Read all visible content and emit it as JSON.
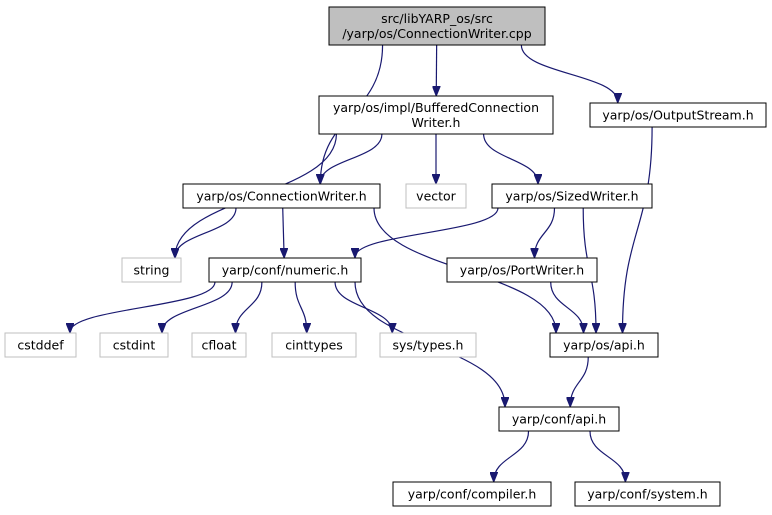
{
  "colors": {
    "edge": "#191970",
    "node_border": "#000000",
    "node_missing_border": "#bfbfbf",
    "root_fill": "#bfbfbf",
    "node_fill": "#ffffff"
  },
  "nodes": [
    {
      "id": "root",
      "lines": [
        "src/libYARP_os/src",
        "/yarp/os/ConnectionWriter.cpp"
      ],
      "kind": "root"
    },
    {
      "id": "buffered",
      "lines": [
        "yarp/os/impl/BufferedConnection",
        "Writer.h"
      ],
      "kind": "normal"
    },
    {
      "id": "outputstream",
      "lines": [
        "yarp/os/OutputStream.h"
      ],
      "kind": "normal"
    },
    {
      "id": "connwriter",
      "lines": [
        "yarp/os/ConnectionWriter.h"
      ],
      "kind": "normal"
    },
    {
      "id": "vector",
      "lines": [
        "vector"
      ],
      "kind": "missing"
    },
    {
      "id": "sizedwriter",
      "lines": [
        "yarp/os/SizedWriter.h"
      ],
      "kind": "normal"
    },
    {
      "id": "string",
      "lines": [
        "string"
      ],
      "kind": "missing"
    },
    {
      "id": "numeric",
      "lines": [
        "yarp/conf/numeric.h"
      ],
      "kind": "normal"
    },
    {
      "id": "portwriter",
      "lines": [
        "yarp/os/PortWriter.h"
      ],
      "kind": "normal"
    },
    {
      "id": "cstddef",
      "lines": [
        "cstddef"
      ],
      "kind": "missing"
    },
    {
      "id": "cstdint",
      "lines": [
        "cstdint"
      ],
      "kind": "missing"
    },
    {
      "id": "cfloat",
      "lines": [
        "cfloat"
      ],
      "kind": "missing"
    },
    {
      "id": "cinttypes",
      "lines": [
        "cinttypes"
      ],
      "kind": "missing"
    },
    {
      "id": "systypes",
      "lines": [
        "sys/types.h"
      ],
      "kind": "missing"
    },
    {
      "id": "osapi",
      "lines": [
        "yarp/os/api.h"
      ],
      "kind": "normal"
    },
    {
      "id": "confapi",
      "lines": [
        "yarp/conf/api.h"
      ],
      "kind": "normal"
    },
    {
      "id": "compiler",
      "lines": [
        "yarp/conf/compiler.h"
      ],
      "kind": "normal"
    },
    {
      "id": "system",
      "lines": [
        "yarp/conf/system.h"
      ],
      "kind": "normal"
    }
  ],
  "edges": [
    [
      "root",
      "buffered"
    ],
    [
      "root",
      "outputstream"
    ],
    [
      "root",
      "connwriter"
    ],
    [
      "buffered",
      "connwriter"
    ],
    [
      "buffered",
      "vector"
    ],
    [
      "buffered",
      "sizedwriter"
    ],
    [
      "buffered",
      "string"
    ],
    [
      "connwriter",
      "string"
    ],
    [
      "connwriter",
      "numeric"
    ],
    [
      "connwriter",
      "osapi"
    ],
    [
      "sizedwriter",
      "numeric"
    ],
    [
      "sizedwriter",
      "portwriter"
    ],
    [
      "sizedwriter",
      "osapi"
    ],
    [
      "outputstream",
      "osapi"
    ],
    [
      "portwriter",
      "osapi"
    ],
    [
      "numeric",
      "cstddef"
    ],
    [
      "numeric",
      "cstdint"
    ],
    [
      "numeric",
      "cfloat"
    ],
    [
      "numeric",
      "cinttypes"
    ],
    [
      "numeric",
      "systypes"
    ],
    [
      "numeric",
      "confapi"
    ],
    [
      "osapi",
      "confapi"
    ],
    [
      "confapi",
      "compiler"
    ],
    [
      "confapi",
      "system"
    ]
  ]
}
